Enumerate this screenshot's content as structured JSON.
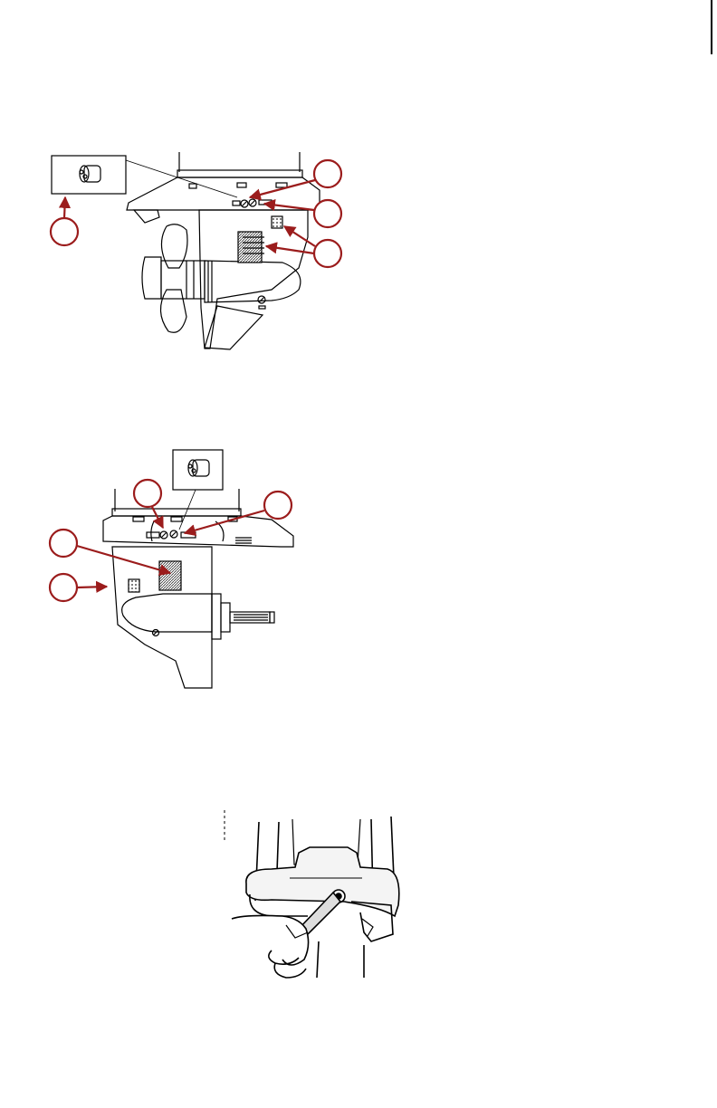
{
  "page": {
    "description_text": [],
    "figures": [
      {
        "id": "figure-1",
        "callouts": [
          "",
          "",
          "",
          ""
        ]
      },
      {
        "id": "figure-2",
        "callouts": [
          "",
          "",
          "",
          ""
        ]
      },
      {
        "id": "figure-3",
        "callouts": []
      }
    ]
  },
  "colors": {
    "callout_red": "#9b1c1c",
    "line": "#000000",
    "hatch": "#555555"
  },
  "icons": [
    "anode-plug-icon",
    "trim-tab-anode",
    "drain-screw",
    "vent-screw",
    "water-intake-screen"
  ]
}
